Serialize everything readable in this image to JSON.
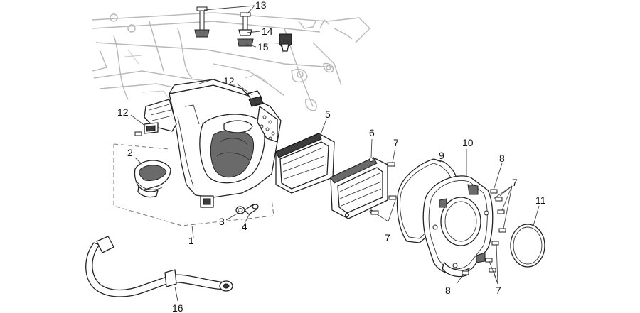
{
  "callouts": {
    "c1": "1",
    "c2": "2",
    "c3": "3",
    "c4": "4",
    "c5": "5",
    "c6": "6",
    "c7a": "7",
    "c7b": "7",
    "c7c": "7",
    "c7d": "7",
    "c8a": "8",
    "c8b": "8",
    "c9": "9",
    "c10": "10",
    "c11": "11",
    "c12a": "12",
    "c12b": "12",
    "c13": "13",
    "c14": "14",
    "c15": "15",
    "c16": "16"
  }
}
